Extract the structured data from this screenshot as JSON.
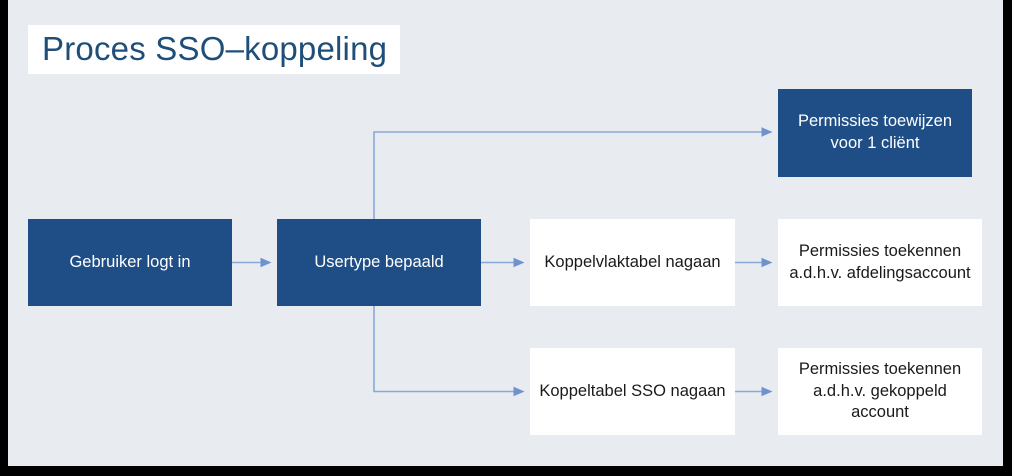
{
  "slide": {
    "title": "Proces SSO–koppeling",
    "background_color": "#e8ecf1",
    "frame_color": "#000000",
    "accent_dark": "#1f4e87",
    "accent_title_text": "#1f4e79",
    "connector_color": "#8aa8d8"
  },
  "nodes": [
    {
      "id": "login",
      "label": "Gebruiker logt in",
      "style": "dark"
    },
    {
      "id": "usertype",
      "label": "Usertype bepaald",
      "style": "dark"
    },
    {
      "id": "perm_client",
      "label": "Permissies toewijzen voor 1 cliënt",
      "style": "dark"
    },
    {
      "id": "koppelvlak",
      "label": "Koppelvlaktabel nagaan",
      "style": "light"
    },
    {
      "id": "perm_afd",
      "label": "Permissies toekennen a.d.h.v. afdelingsaccount",
      "style": "light"
    },
    {
      "id": "koppeltabel",
      "label": "Koppeltabel SSO nagaan",
      "style": "light"
    },
    {
      "id": "perm_gek",
      "label": "Permissies toekennen a.d.h.v. gekoppeld account",
      "style": "light"
    }
  ],
  "edges": [
    {
      "id": "e1",
      "from": "login",
      "to": "usertype",
      "kind": "straight"
    },
    {
      "id": "e2",
      "from": "usertype",
      "to": "koppelvlak",
      "kind": "straight"
    },
    {
      "id": "e3",
      "from": "koppelvlak",
      "to": "perm_afd",
      "kind": "straight"
    },
    {
      "id": "e4",
      "from": "usertype",
      "to": "perm_client",
      "kind": "elbow-up"
    },
    {
      "id": "e5",
      "from": "usertype",
      "to": "koppeltabel",
      "kind": "elbow-down"
    },
    {
      "id": "e6",
      "from": "koppeltabel",
      "to": "perm_gek",
      "kind": "straight"
    }
  ]
}
